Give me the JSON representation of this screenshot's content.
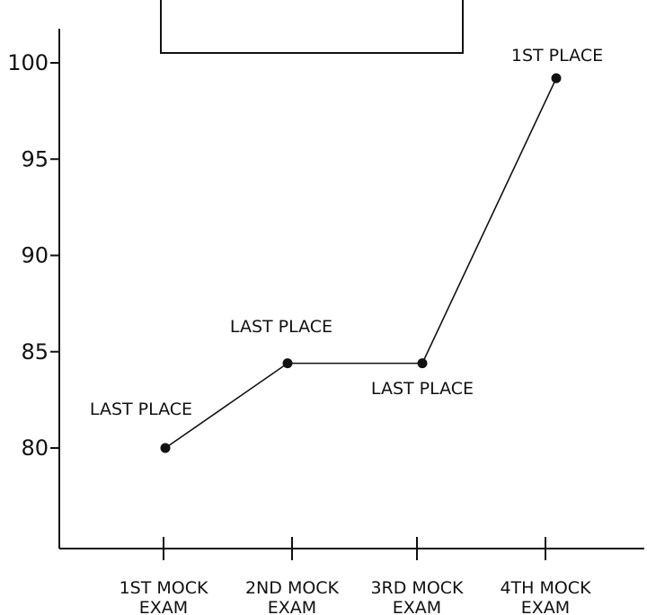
{
  "chart_data": {
    "type": "line",
    "title": "",
    "xlabel": "",
    "ylabel": "",
    "ylim": [
      75,
      102
    ],
    "yticks": [
      80,
      85,
      90,
      95,
      100
    ],
    "grid": false,
    "categories": [
      [
        "1ST MOCK",
        "EXAM"
      ],
      [
        "2ND MOCK",
        "EXAM"
      ],
      [
        "3RD MOCK",
        "EXAM"
      ],
      [
        "4TH MOCK",
        "EXAM"
      ]
    ],
    "series": [
      {
        "values": [
          80,
          84.4,
          84.4,
          99.2
        ]
      }
    ],
    "annotations": [
      {
        "index": 0,
        "text": "LAST PLACE"
      },
      {
        "index": 1,
        "text": "LAST PLACE"
      },
      {
        "index": 2,
        "text": "LAST PLACE"
      },
      {
        "index": 3,
        "text": "1ST PLACE"
      }
    ],
    "color": "#111111"
  }
}
